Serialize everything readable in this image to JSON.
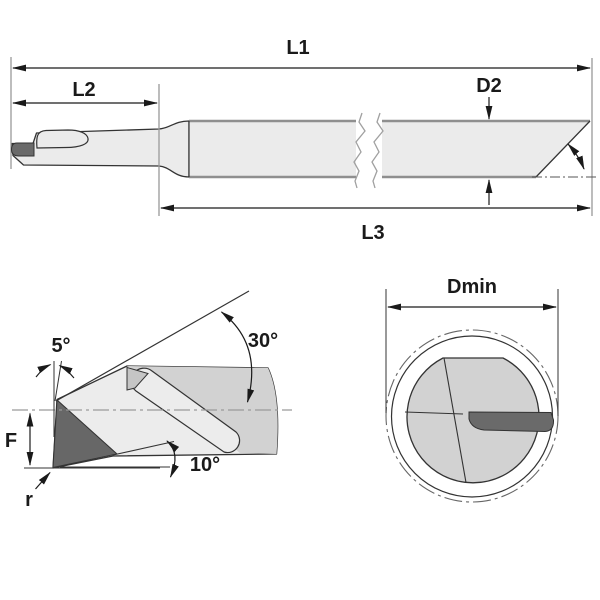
{
  "drawing": {
    "side_view": {
      "l1": "L1",
      "l2": "L2",
      "l3": "L3",
      "d2": "D2"
    },
    "detail_view": {
      "back_taper_angle": "5°",
      "point_angle": "30°",
      "clearance_angle": "10°",
      "f": "F",
      "r": "r"
    },
    "front_view": {
      "dmin": "Dmin"
    },
    "colors": {
      "body_light": "#ebebeb",
      "body_medium": "#d2d2d2",
      "insert_dark": "#6a6a6a",
      "outline": "#333333",
      "edge_gray": "#8f8f8f",
      "extension_gray": "#999999",
      "background": "#ffffff"
    }
  }
}
